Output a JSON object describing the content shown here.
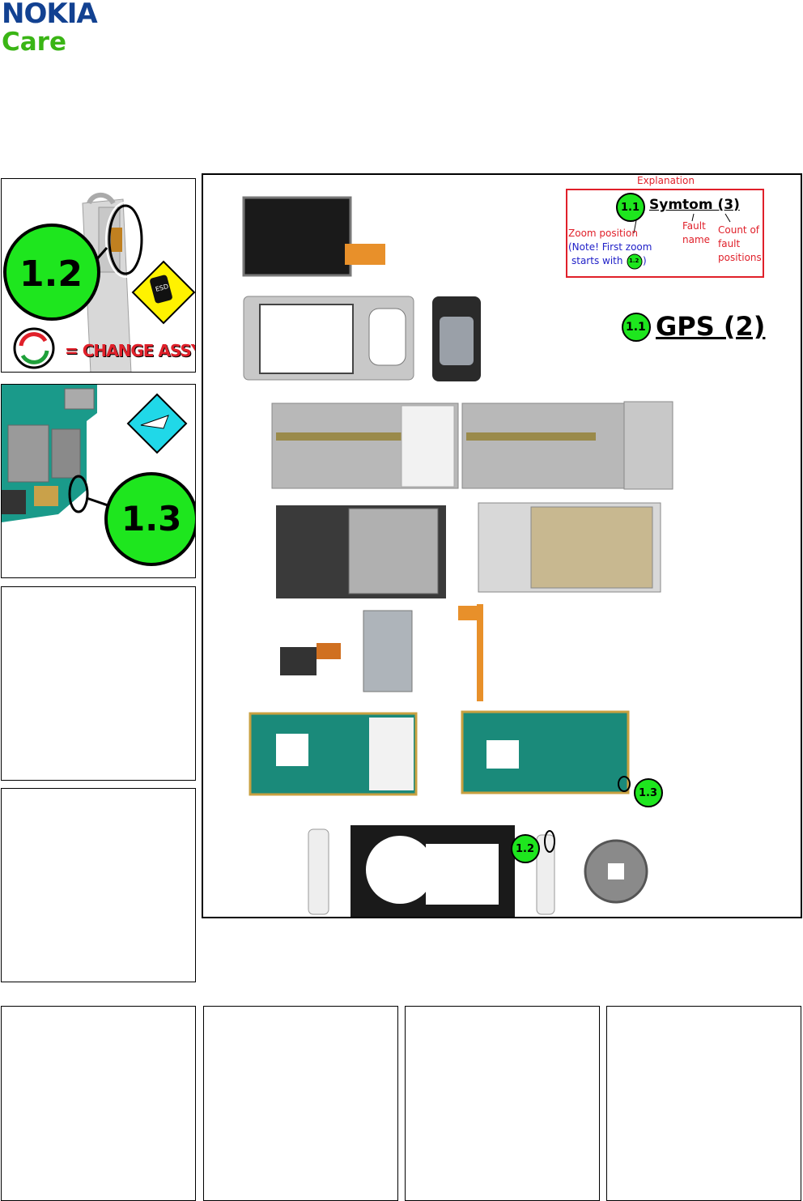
{
  "header": {
    "brand": "NOKIA",
    "sub": "Care"
  },
  "legend": {
    "title": "Explanation",
    "example_badge": "1.1",
    "example_symptom": "Symtom (3)",
    "zoom_position": "Zoom position",
    "note_line1": "(Note! First zoom",
    "note_line2": "starts with",
    "note_badge": "1.2",
    "note_close": ")",
    "fault_name_line1": "Fault",
    "fault_name_line2": "name",
    "count_line1": "Count of",
    "count_line2": "fault",
    "count_line3": "positions"
  },
  "fault": {
    "badge": "1.1",
    "title": "GPS (2)"
  },
  "zooms": {
    "z1": {
      "badge": "1.2",
      "change_assy": "= CHANGE ASSY",
      "esd_label": "ESD"
    },
    "z2": {
      "badge": "1.3"
    }
  },
  "callouts": {
    "c13": "1.3",
    "c12": "1.2"
  },
  "colors": {
    "badge_green": "#1ee61e",
    "legend_red": "#e0202a",
    "nokia_blue": "#124191",
    "care_green": "#3ab515"
  }
}
